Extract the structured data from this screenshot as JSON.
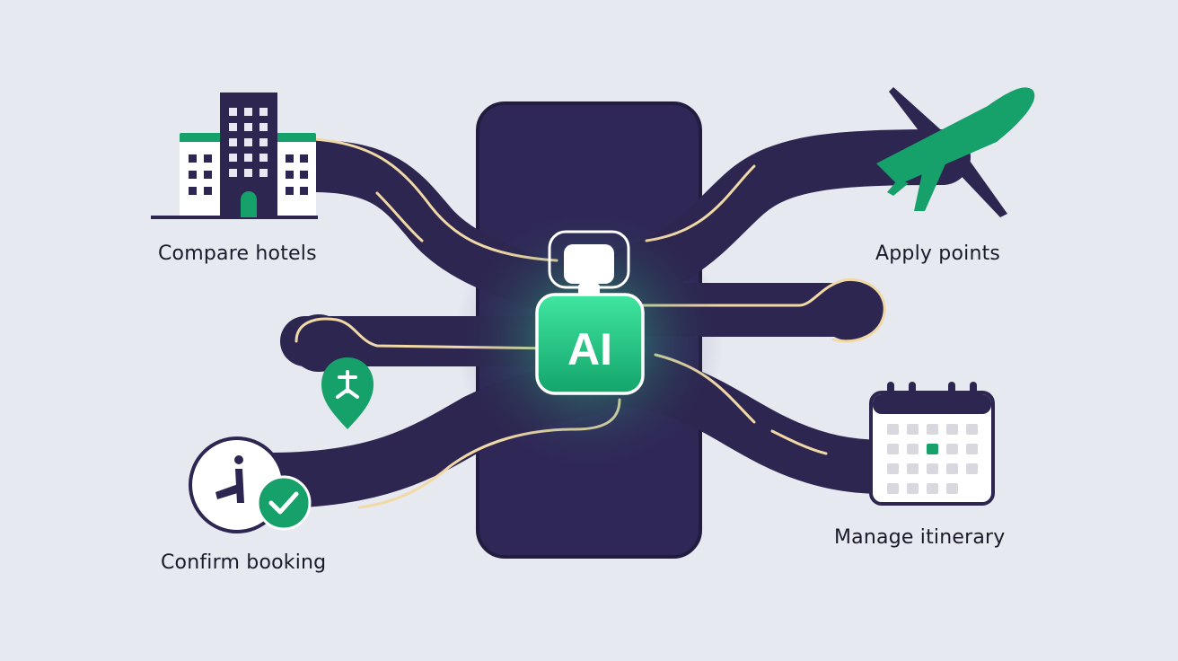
{
  "center": {
    "badge_text": "AI"
  },
  "labels": {
    "compare_hotels": "Compare hotels",
    "apply_points": "Apply points",
    "confirm_booking": "Confirm booking",
    "manage_itinerary": "Manage itinerary"
  },
  "colors": {
    "background": "#e7e9f1",
    "navy": "#2d2650",
    "phone": "#302858",
    "green": "#16a06a",
    "glow": "#3ef0a0",
    "accent_line": "#f1d9a6",
    "white": "#ffffff"
  },
  "icons": [
    "hotel-building-icon",
    "airplane-icon",
    "map-pin-icon",
    "airplane-check-icon",
    "calendar-icon",
    "robot-icon"
  ]
}
